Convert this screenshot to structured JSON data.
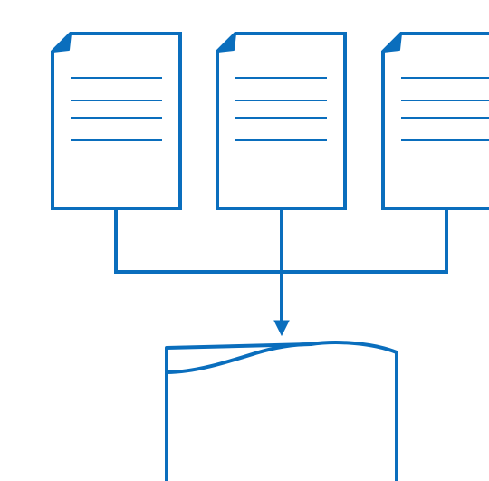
{
  "diagram": {
    "stroke_color": "#0A6EBD",
    "background_color": "#FFFFFF",
    "documents": [
      {
        "icon": "document-icon",
        "lines": 4
      },
      {
        "icon": "document-icon",
        "lines": 4
      },
      {
        "icon": "document-icon",
        "lines": 4
      }
    ],
    "connector": "merge-connector",
    "target": {
      "icon": "wavy-top-document-icon"
    }
  }
}
